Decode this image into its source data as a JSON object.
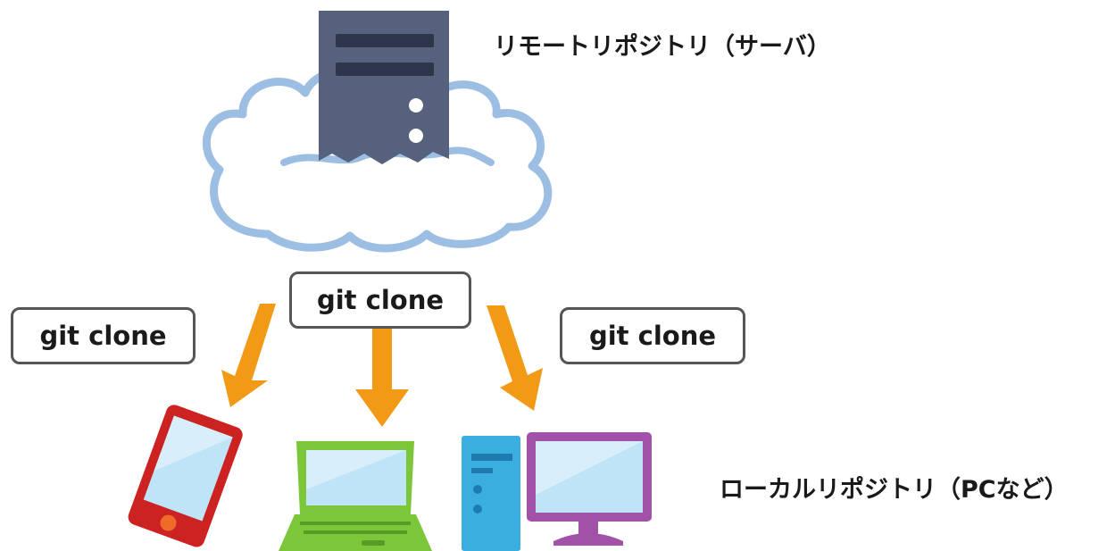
{
  "labels": {
    "remote": "リモートリポジトリ（サーバ）",
    "local": "ローカルリポジトリ（PCなど）"
  },
  "commands": {
    "left": "git clone",
    "center": "git clone",
    "right": "git clone"
  },
  "icons": [
    "cloud-icon",
    "server-icon",
    "arrow-icon",
    "smartphone-icon",
    "laptop-icon",
    "desktop-pc-icon"
  ],
  "colors": {
    "arrow": "#F29A16",
    "cloud_outline": "#9DBEE3",
    "server": "#56617E",
    "smartphone": "#CC2222",
    "laptop": "#7CC63A",
    "desktop_tower": "#3BAEE0",
    "monitor": "#A251A8",
    "screen": "#BFE3F7"
  }
}
